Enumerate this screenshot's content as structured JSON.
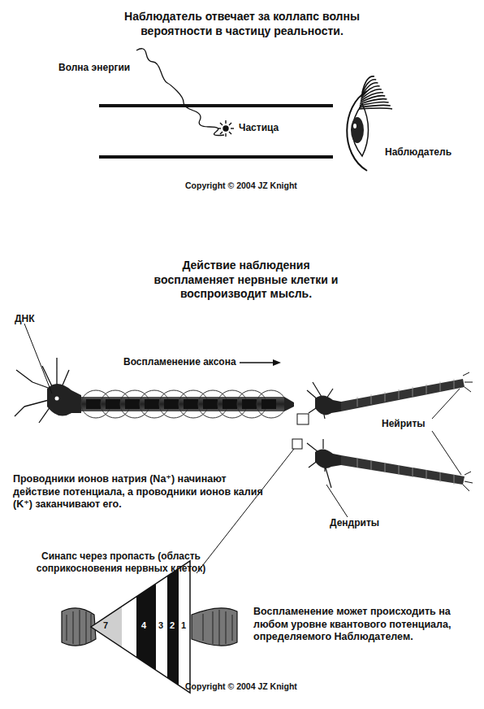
{
  "diagram": {
    "title": "Наблюдатель отвечает за коллапс волны вероятности в частицу реальности.",
    "labels": [
      "Волна энергии",
      "Частица",
      "Наблюдатель",
      "Copyright © 2004 JZ Knight",
      "Действие наблюдения воспламеняет нервные клетки и воспроизводит мысль.",
      "ДНК",
      "Воспламенение аксона",
      "Нейриты",
      "Дендриты",
      "Проводники ионов натрия (Na⁺) начинают действие потенциала, а проводники ионов калия (K⁺) заканчивают его.",
      "Синапс через пропасть (область соприкосновения нервных клеток)",
      "7",
      "4",
      "3",
      "2",
      "1",
      "Воспламенение может происходить на любом уровне квантового потенциала, определяемого Наблюдателем.",
      "Copyright © 2004 JZ Knight"
    ]
  }
}
